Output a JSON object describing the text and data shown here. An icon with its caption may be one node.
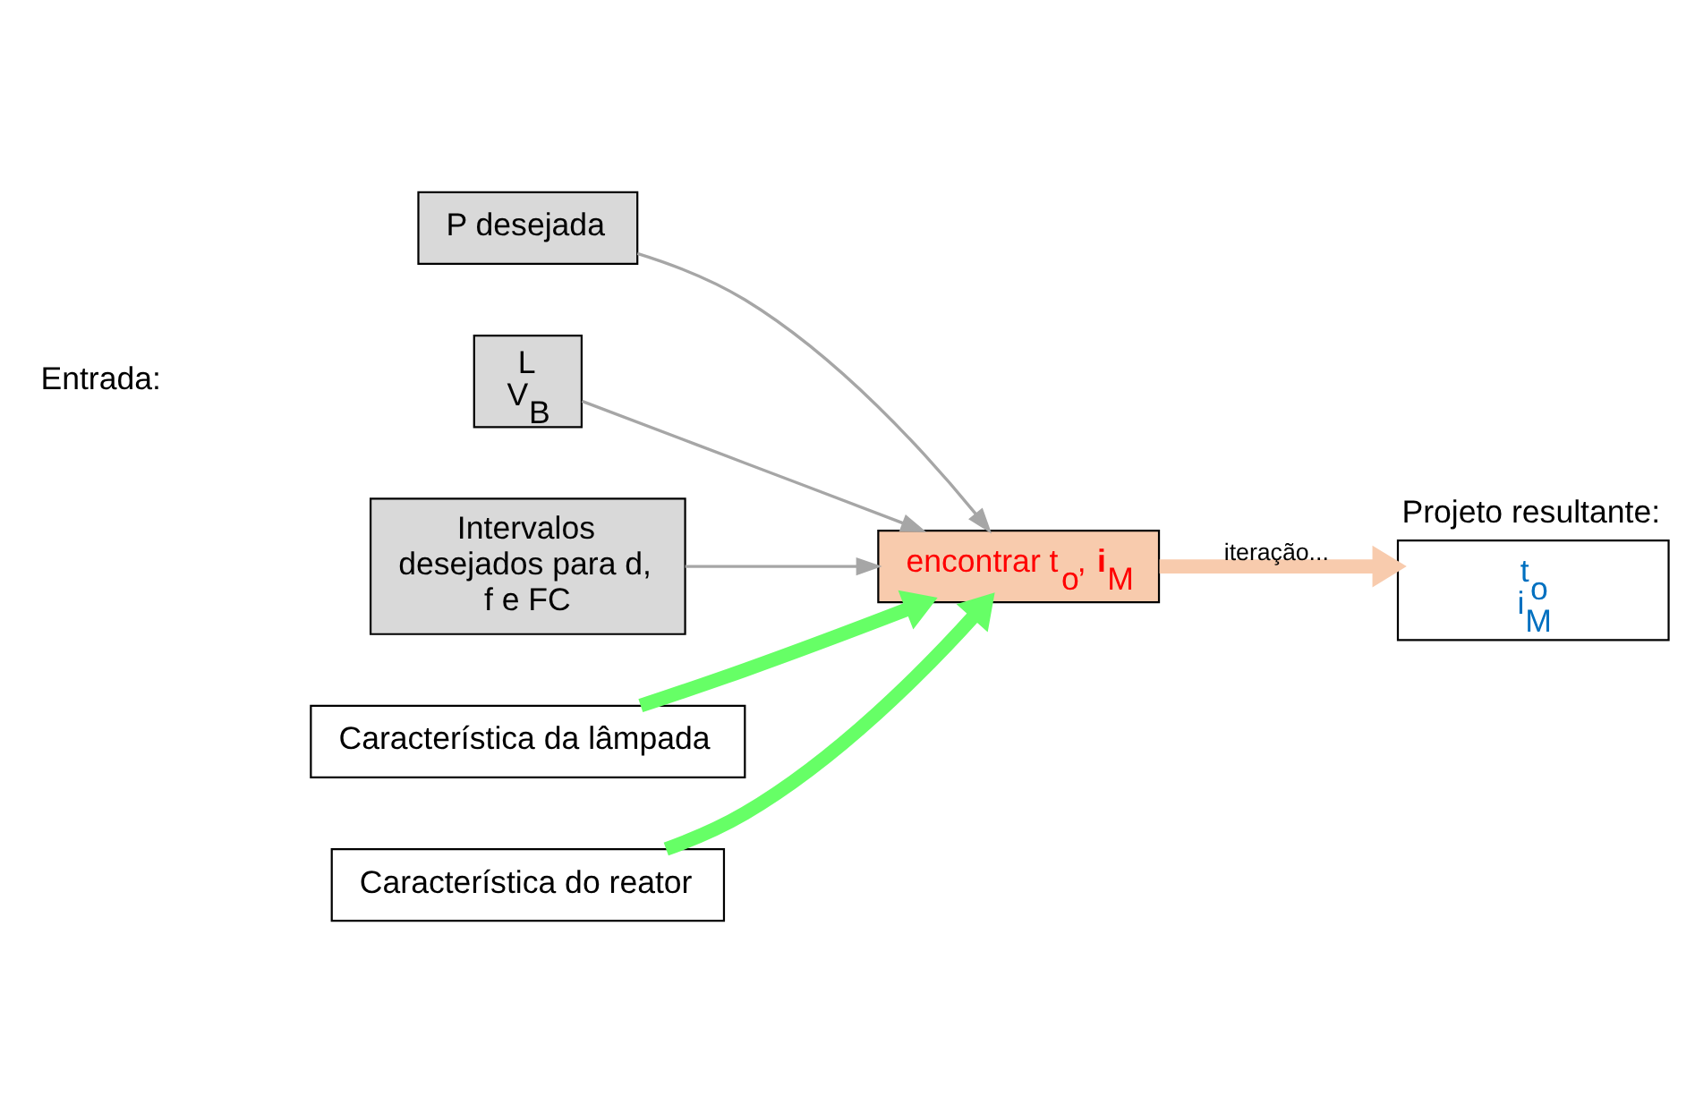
{
  "diagram": {
    "nodes": [
      {
        "text": [
          "P desejada"
        ]
      },
      {
        "text": [
          "L V$_{B}$"
        ]
      },
      {
        "text": [
          "Intervalos desejados para d, f e FC"
        ]
      },
      {
        "text": [
          "Característica da lâmpada"
        ]
      },
      {
        "text": [
          "encontrar t$_{o}$, **i**$_{M}$"
        ]
      },
      {
        "text": [
          "Característica do reator"
        ]
      },
      {
        "text": [
          "t$_{o}$ i$_{M}$"
        ],
        "beside": [
          "Projeto resultante:"
        ]
      }
    ],
    "edges": [
      {
        "from": 0,
        "to": 4,
        "arrow": "to"
      },
      {
        "from": 1,
        "to": 4,
        "arrow": "to"
      },
      {
        "from": 2,
        "to": 4,
        "arrow": "to"
      },
      {
        "from": 3,
        "to": 4,
        "arrow": "to",
        "style": "thick",
        "color": "#66ff66"
      },
      {
        "from": 5,
        "to": 4,
        "arrow": "to",
        "style": "thick",
        "color": "#66ff66"
      },
      {
        "from": 4,
        "to": 6,
        "arrow": "to",
        "label": "iteração...",
        "style": "thick",
        "color": "#f8cbad"
      }
    ],
    "labels": [
      "Entrada:"
    ]
  }
}
